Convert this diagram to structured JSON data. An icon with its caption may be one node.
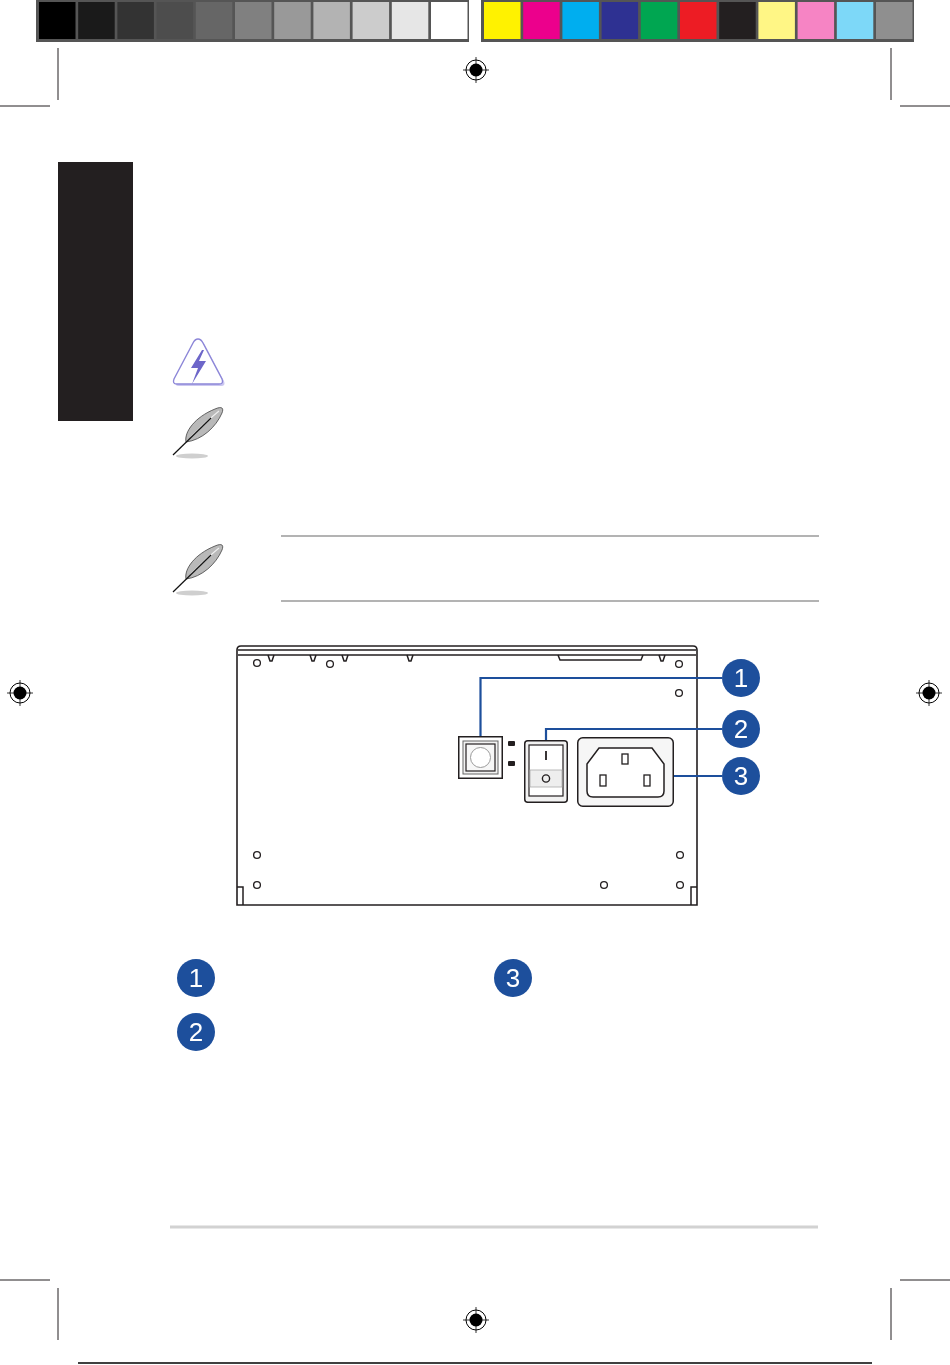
{
  "diagram": {
    "nodes": [
      {
        "text": [],
        "shape": "bar"
      },
      {
        "text": [
          "1"
        ]
      },
      {
        "text": [
          "2"
        ]
      },
      {
        "text": [
          "3"
        ]
      },
      {
        "text": [],
        "shape": "picture"
      },
      {
        "text": [],
        "shape": "picture"
      },
      {
        "text": [],
        "shape": "picture"
      },
      {
        "text": [
          "1"
        ]
      },
      {
        "text": [
          "3"
        ]
      },
      {
        "text": [
          "2"
        ]
      }
    ],
    "edges": [
      {
        "from": 1,
        "to": 4,
        "arrow": "none"
      },
      {
        "from": 2,
        "to": 5,
        "arrow": "none"
      },
      {
        "from": 3,
        "to": 6,
        "arrow": "none"
      }
    ]
  }
}
